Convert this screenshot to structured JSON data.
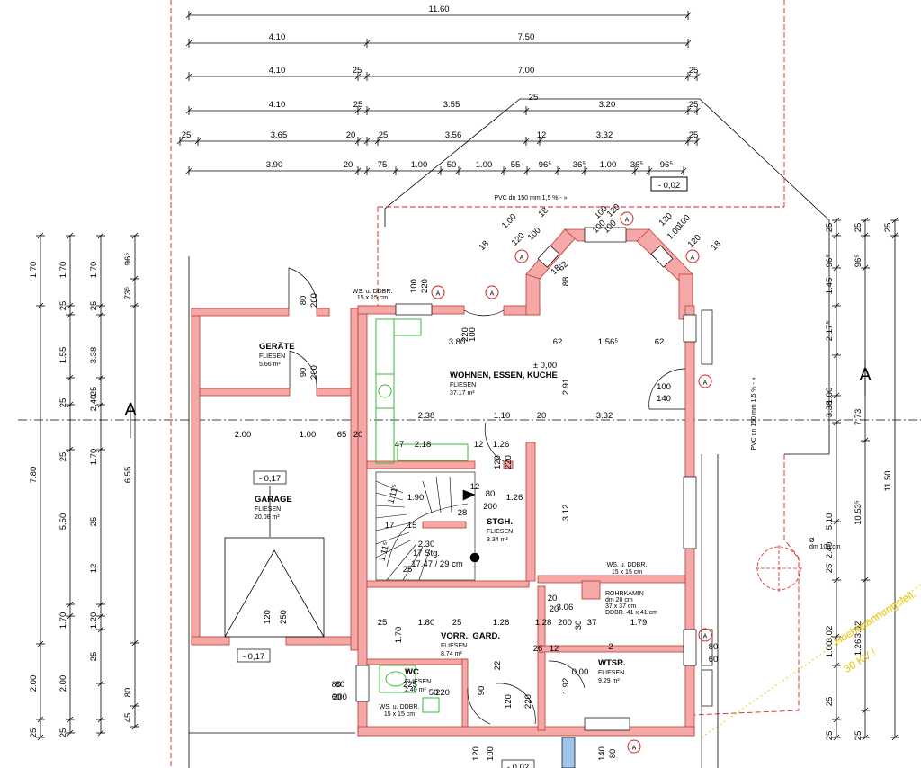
{
  "top_dims": {
    "r1": [
      "11.60"
    ],
    "r2": [
      "4.10",
      "7.50"
    ],
    "r3": [
      "4.10",
      "25",
      "7.00",
      "25"
    ],
    "r4a": [
      "25"
    ],
    "r4": [
      "4.10",
      "25",
      "3.55",
      "3.20",
      "25"
    ],
    "r5": [
      "25",
      "3.65",
      "20",
      "25",
      "3.56",
      "12",
      "3.32",
      "25"
    ],
    "r6": [
      "3.90",
      "20",
      "75",
      "1.00",
      "50",
      "1.00",
      "55",
      "96⁵",
      "36⁵",
      "1.00",
      "36⁵",
      "96⁵"
    ],
    "level": "- 0,02"
  },
  "left_dims": {
    "c1": [
      "1.70",
      "7.80",
      "2.00",
      "25"
    ],
    "c2": [
      "1.70",
      "25",
      "1.55",
      "25",
      "5.50",
      "25",
      "1.70",
      "2.00",
      "25"
    ],
    "c3": [
      "1.70",
      "25",
      "3.38",
      "25",
      "2.40",
      "25",
      "1.70",
      "12",
      "1.20",
      "25"
    ],
    "c4": [
      "96⁵",
      "73⁵",
      "6.55",
      "80",
      "45"
    ]
  },
  "right_dims": {
    "c1": [
      "25",
      "96⁵",
      "1.45",
      "2.17⁵",
      "1.00",
      "3.38",
      "5.10",
      "2.40",
      "25",
      "3.02",
      "1.00",
      "25",
      "25"
    ],
    "c2": [
      "25",
      "96⁵",
      "7.73",
      "10.53⁵",
      "3.02",
      "1.26",
      "25"
    ],
    "c3": [
      "25",
      "11.50"
    ]
  },
  "rooms": {
    "geraete": {
      "name": "GERÄTE",
      "floor": "FLIESEN",
      "area": "5.66 m²"
    },
    "garage": {
      "name": "GARAGE",
      "floor": "FLIESEN",
      "area": "20.08 m²",
      "level": "- 0,17"
    },
    "wohnen": {
      "name": "WOHNEN, ESSEN, KÜCHE",
      "floor": "FLIESEN",
      "area": "37.17 m²",
      "level": "± 0,00"
    },
    "stgh": {
      "name": "STGH.",
      "floor": "FLIESEN",
      "area": "3.34 m²"
    },
    "vorr": {
      "name": "VORR., GARD.",
      "floor": "FLIESEN",
      "area": "8.74 m²"
    },
    "wc": {
      "name": "WC",
      "floor": "FLIESEN",
      "area": "2.40 m²"
    },
    "wtsr": {
      "name": "WTSR.",
      "floor": "FLIESEN",
      "area": "9.29 m²",
      "level": "0,00"
    }
  },
  "interior_dims": {
    "garage_row": [
      "2.00",
      "1.00",
      "65",
      "20"
    ],
    "wohnen_row": [
      "2.38",
      "1.10",
      "20",
      "3.32"
    ],
    "wohnen_top": [
      "3.80",
      "62",
      "1.56⁵",
      "62"
    ],
    "kitchen_row": [
      "2.18",
      "47",
      "12",
      "1.26"
    ],
    "vorr_row": [
      "25",
      "1.80",
      "25",
      "1.26",
      "1.28",
      "200",
      "37",
      "1.79"
    ],
    "stair": [
      "1.11⁵",
      "1.90",
      "12",
      "80",
      "1.26",
      "200",
      "28",
      "17",
      "15",
      "2.30",
      "17 Stg.",
      "17.47 / 29 cm",
      "1.11⁵",
      "25"
    ],
    "vertical": [
      "2.91",
      "3.12",
      "88",
      "1.70",
      "1.92",
      "22",
      "90",
      "120",
      "220"
    ],
    "doors": [
      "80",
      "200",
      "90",
      "200",
      "100",
      "220",
      "100",
      "220",
      "100",
      "140",
      "80",
      "60",
      "80",
      "200",
      "50",
      "220",
      "120",
      "220",
      "120",
      "250",
      "225",
      "80",
      "60",
      "80",
      "140",
      "100",
      "120",
      "20",
      "30",
      "26",
      "12",
      "3.06",
      "20"
    ],
    "bay": [
      "18",
      "1.00",
      "18",
      "120",
      "100",
      "100",
      "120",
      "100",
      "18",
      "120",
      "1.00",
      "120",
      "100",
      "100",
      "18",
      "62"
    ],
    "garage_door_level": "- 0,17",
    "bottom_level": "- 0,02"
  },
  "notes": {
    "pvc_top": "PVC dn 150 mm 1,5 % - »",
    "pvc_right": "PVC dn 150 mm 1,5 % - »",
    "ws_top": [
      "WS. u. DDBR.",
      "15 x 15 cm"
    ],
    "ws_mid": [
      "WS. u. DDBR.",
      "15 x 15 cm"
    ],
    "ws_wc": [
      "WS. u. DDBR.",
      "15 x 15 cm"
    ],
    "chimney": [
      "ROHRKAMIN",
      "dm 20 cm",
      "37 x 37 cm",
      "DDBR. 41 x 41 cm"
    ],
    "tree": [
      "Ø",
      "dm 100 cm"
    ],
    "hv": [
      "Hochspannungsleit.",
      "30 KV !"
    ],
    "section": "A",
    "mark": "A"
  },
  "colors": {
    "wall": "#f4a8a8",
    "wall_stroke": "#c0392b",
    "line": "#000000",
    "red_dash": "#d62020",
    "green": "#3cb83c",
    "hv": "#e6c400"
  }
}
